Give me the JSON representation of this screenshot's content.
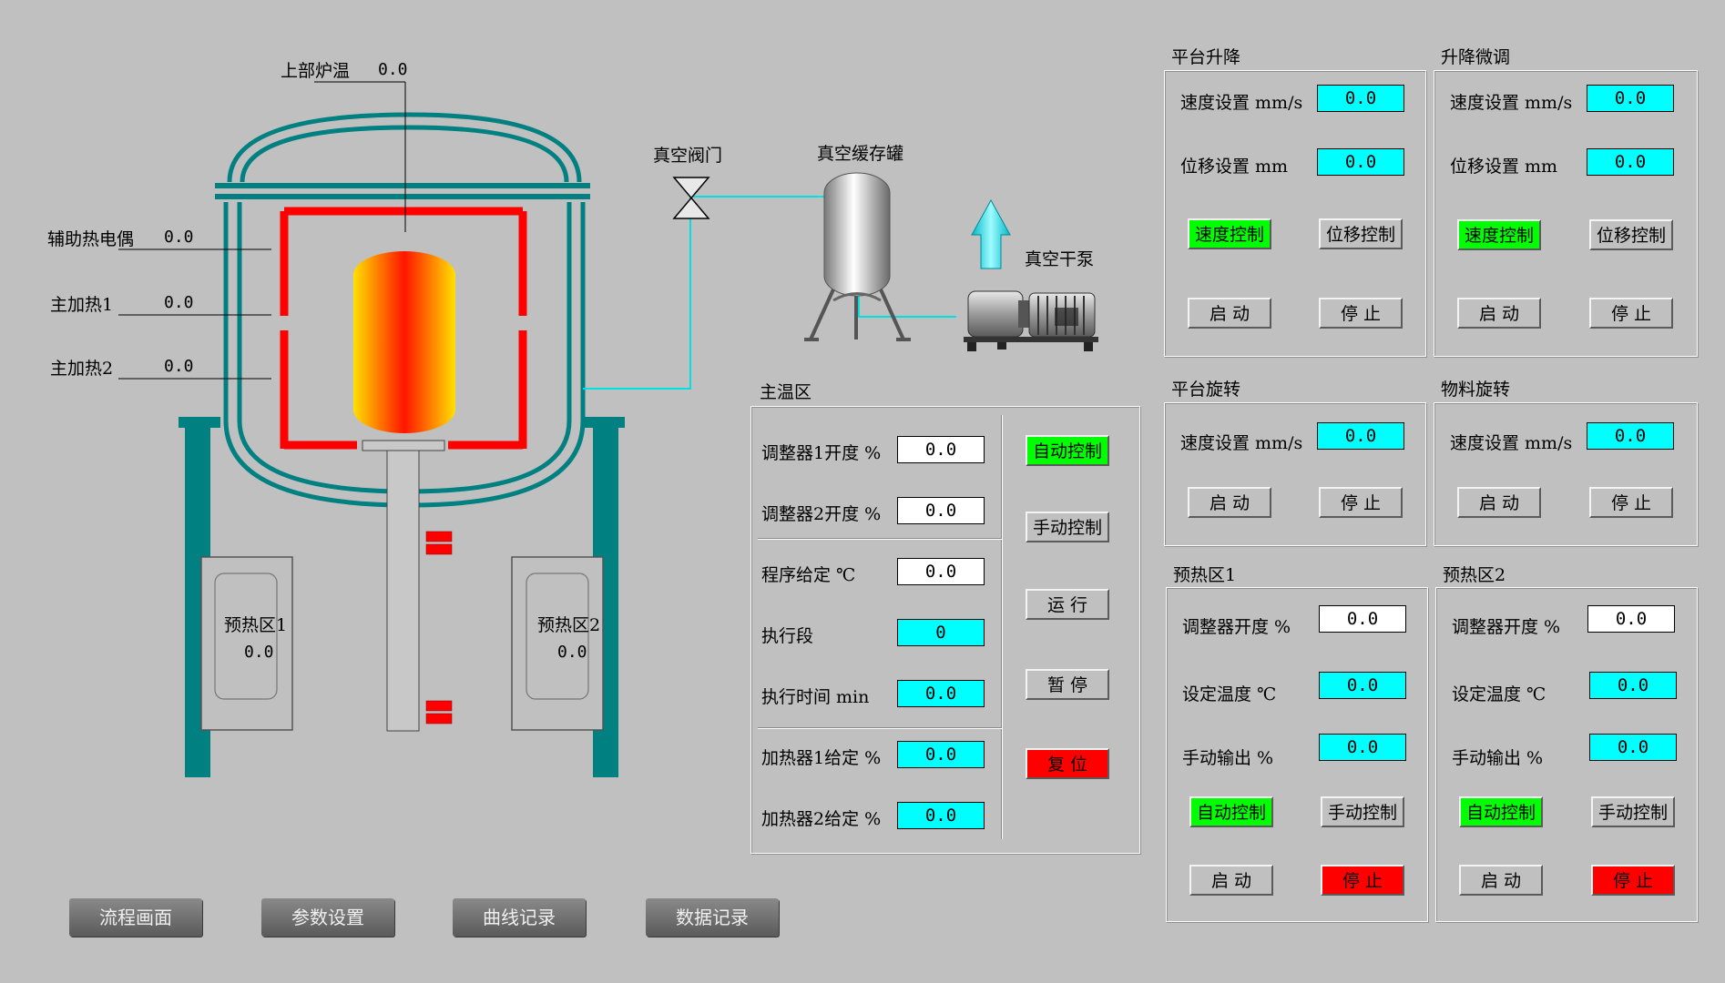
{
  "diagram": {
    "upper_temp_label": "上部炉温",
    "upper_temp_value": "0.0",
    "aux_tc_label": "辅助热电偶",
    "aux_tc_value": "0.0",
    "main_heat1_label": "主加热1",
    "main_heat1_value": "0.0",
    "main_heat2_label": "主加热2",
    "main_heat2_value": "0.0",
    "preheat1_label": "预热区1",
    "preheat1_value": "0.0",
    "preheat2_label": "预热区2",
    "preheat2_value": "0.0",
    "vacuum_valve_label": "真空阀门",
    "vacuum_tank_label": "真空缓存罐",
    "vacuum_pump_label": "真空干泵"
  },
  "main_zone": {
    "title": "主温区",
    "rows": [
      {
        "label": "调整器1开度 %",
        "value": "0.0"
      },
      {
        "label": "调整器2开度 %",
        "value": "0.0"
      },
      {
        "label": "程序给定 ℃",
        "value": "0.0"
      },
      {
        "label": "执行段",
        "value": "0"
      },
      {
        "label": "执行时间 min",
        "value": "0.0"
      },
      {
        "label": "加热器1给定 %",
        "value": "0.0"
      },
      {
        "label": "加热器2给定 %",
        "value": "0.0"
      }
    ],
    "buttons": {
      "auto": "自动控制",
      "manual": "手动控制",
      "run": "运 行",
      "pause": "暂 停",
      "reset": "复 位"
    }
  },
  "platform_lift": {
    "title": "平台升降",
    "speed_label": "速度设置 mm/s",
    "speed_value": "0.0",
    "disp_label": "位移设置 mm",
    "disp_value": "0.0",
    "speed_ctrl": "速度控制",
    "disp_ctrl": "位移控制",
    "start": "启 动",
    "stop": "停 止"
  },
  "lift_fine": {
    "title": "升降微调",
    "speed_label": "速度设置 mm/s",
    "speed_value": "0.0",
    "disp_label": "位移设置 mm",
    "disp_value": "0.0",
    "speed_ctrl": "速度控制",
    "disp_ctrl": "位移控制",
    "start": "启 动",
    "stop": "停 止"
  },
  "platform_rotate": {
    "title": "平台旋转",
    "speed_label": "速度设置 mm/s",
    "speed_value": "0.0",
    "start": "启 动",
    "stop": "停 止"
  },
  "material_rotate": {
    "title": "物料旋转",
    "speed_label": "速度设置 mm/s",
    "speed_value": "0.0",
    "start": "启 动",
    "stop": "停 止"
  },
  "preheat1": {
    "title": "预热区1",
    "reg_label": "调整器开度 %",
    "reg_value": "0.0",
    "set_label": "设定温度 ℃",
    "set_value": "0.0",
    "man_label": "手动输出 %",
    "man_value": "0.0",
    "auto": "自动控制",
    "manual": "手动控制",
    "start": "启 动",
    "stop": "停 止"
  },
  "preheat2": {
    "title": "预热区2",
    "reg_label": "调整器开度 %",
    "reg_value": "0.0",
    "set_label": "设定温度 ℃",
    "set_value": "0.0",
    "man_label": "手动输出 %",
    "man_value": "0.0",
    "auto": "自动控制",
    "manual": "手动控制",
    "start": "启 动",
    "stop": "停 止"
  },
  "nav": {
    "flow": "流程画面",
    "params": "参数设置",
    "curves": "曲线记录",
    "records": "数据记录"
  }
}
